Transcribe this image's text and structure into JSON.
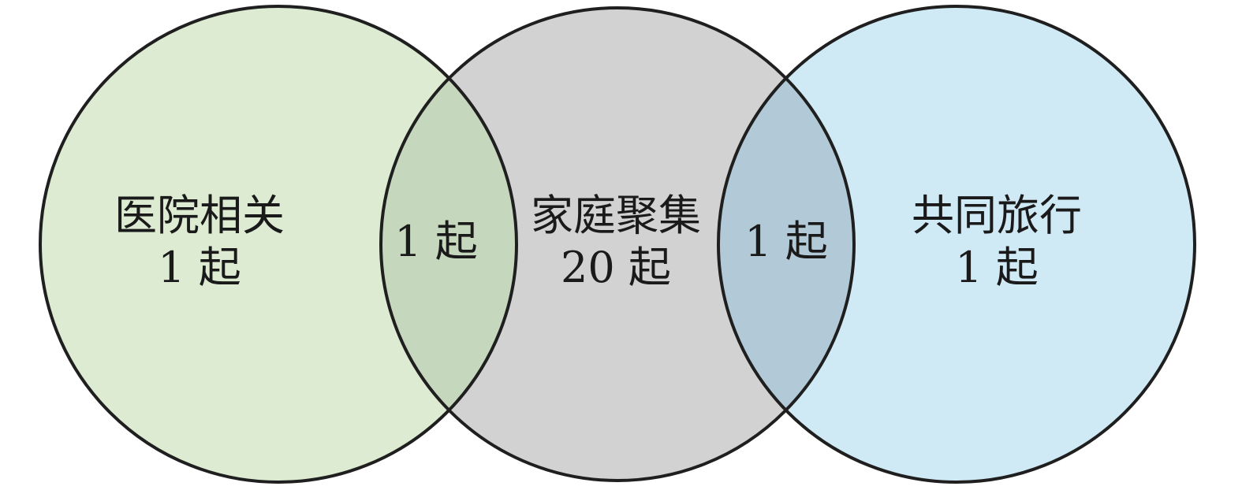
{
  "sets": [
    {
      "id": "hospital",
      "name": "医院相关",
      "count": "1 起",
      "color": "#dcebd1"
    },
    {
      "id": "family",
      "name": "家庭聚集",
      "count": "20 起",
      "color": "#d2d2d2"
    },
    {
      "id": "travel",
      "name": "共同旅行",
      "count": "1 起",
      "color": "#cfe9f5"
    }
  ],
  "overlaps": [
    {
      "id": "hospital-family",
      "count": "1 起",
      "color": "#c5d7bc"
    },
    {
      "id": "family-travel",
      "count": "1 起",
      "color": "#b2cad7"
    }
  ]
}
